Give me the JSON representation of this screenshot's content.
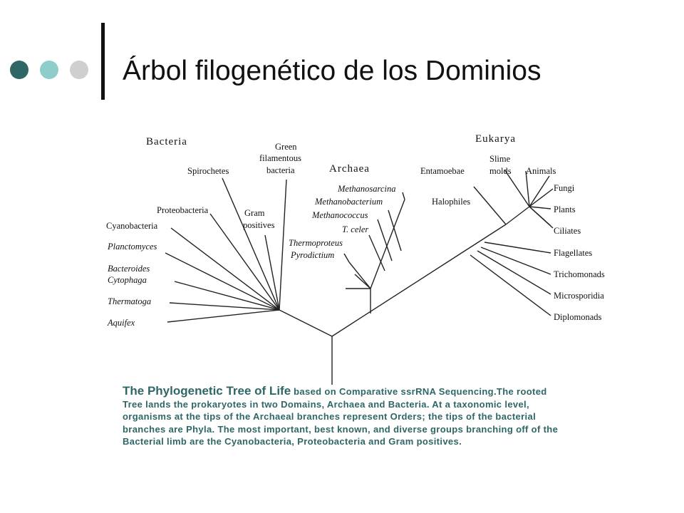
{
  "slide": {
    "title": "Árbol filogenético de los Dominios",
    "accent_colors": [
      "#2f6666",
      "#8fcccc",
      "#cfcfcf"
    ],
    "caption_lead": "The Phylogenetic Tree of Life",
    "caption_rest": " based on Comparative ssrRNA Sequencing.The rooted Tree lands the prokaryotes in two Domains, Archaea and Bacteria. At a taxonomic level, organisms at the tips of the Archaeal branches represent Orders; the tips of the bacterial branches are Phyla. The most important, best known, and diverse groups branching off of the Bacterial limb are the Cyanobacteria, Proteobacteria and Gram positives.",
    "caption_color": "#2f6666"
  },
  "tree": {
    "domains": {
      "bacteria": "Bacteria",
      "archaea": "Archaea",
      "eukarya": "Eukarya"
    },
    "bacteria": {
      "green1": "Green",
      "green2": "filamentous",
      "green3": "bacteria",
      "spirochetes": "Spirochetes",
      "proteobacteria": "Proteobacteria",
      "gram1": "Gram",
      "gram2": "positives",
      "cyanobacteria": "Cyanobacteria",
      "planctomyces": "Planctomyces",
      "bacteroides": "Bacteroides",
      "cytophaga": "Cytophaga",
      "thermatoga": "Thermatoga",
      "aquifex": "Aquifex"
    },
    "archaea": {
      "methanosarcina": "Methanosarcina",
      "methanobacterium": "Methanobacterium",
      "methanococcus": "Methanococcus",
      "tceler": "T. celer",
      "thermoproteus": "Thermoproteus",
      "pyrodictium": "Pyrodictium",
      "halophiles": "Halophiles"
    },
    "eukarya": {
      "entamoebae": "Entamoebae",
      "slime1": "Slime",
      "slime2": "molds",
      "animals": "Animals",
      "fungi": "Fungi",
      "plants": "Plants",
      "ciliates": "Ciliates",
      "flagellates": "Flagellates",
      "trichomonads": "Trichomonads",
      "microsporidia": "Microsporidia",
      "diplomonads": "Diplomonads"
    }
  }
}
